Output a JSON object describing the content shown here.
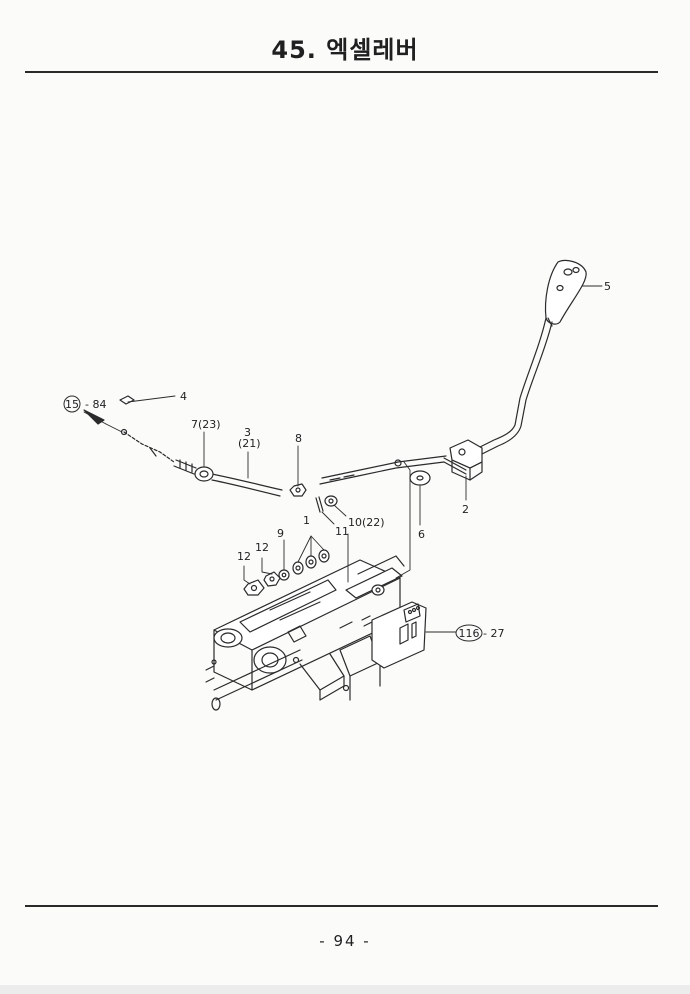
{
  "page": {
    "title": "45. 엑셀레버",
    "page_number": "- 94 -"
  },
  "callouts": {
    "c1": "1",
    "c2": "2",
    "c3": "3",
    "c3_alt": "(21)",
    "c4": "4",
    "c5": "5",
    "c6": "6",
    "c7": "7(23)",
    "c8": "8",
    "c9": "9",
    "c10": "10(22)",
    "c11": "11",
    "c12a": "12",
    "c12b": "12"
  },
  "references": {
    "ref_a_circle": "15",
    "ref_a_page": "- 84",
    "ref_b_circle": "116",
    "ref_b_page": "- 27"
  },
  "icons": {
    "reference_arrow": "arrow-icon",
    "reference_circle": "circle-badge-icon"
  }
}
